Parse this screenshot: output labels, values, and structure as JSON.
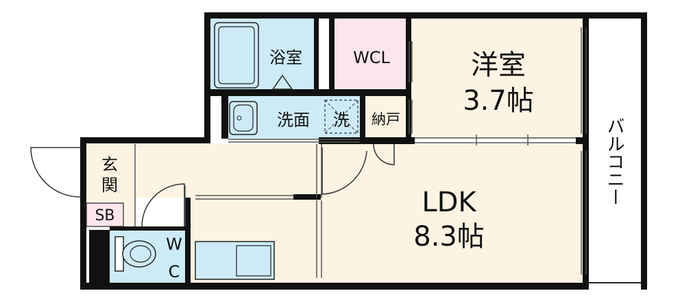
{
  "rooms": {
    "yoshitsu": {
      "name": "洋室",
      "size": "3.7帖"
    },
    "ldk": {
      "name": "LDK",
      "size": "8.3帖"
    },
    "yokushitsu": {
      "name": "浴室"
    },
    "senmen": {
      "name": "洗面"
    },
    "sen": {
      "name": "洗"
    },
    "wcl": {
      "name": "WCL"
    },
    "nando": {
      "name": "納戸"
    },
    "genkan": {
      "line1": "玄",
      "line2": "関"
    },
    "sb": {
      "name": "SB"
    },
    "wc": {
      "line1": "W",
      "line2": "C"
    },
    "balcony": {
      "name": "バルコニー"
    }
  },
  "colors": {
    "wall": "#111111",
    "floor_wood": "#fcf3e2",
    "floor_bath": "#cdebf6",
    "floor_wcl": "#fde5ec",
    "floor_sb": "#fde5ec",
    "balcony": "#ffffff"
  }
}
